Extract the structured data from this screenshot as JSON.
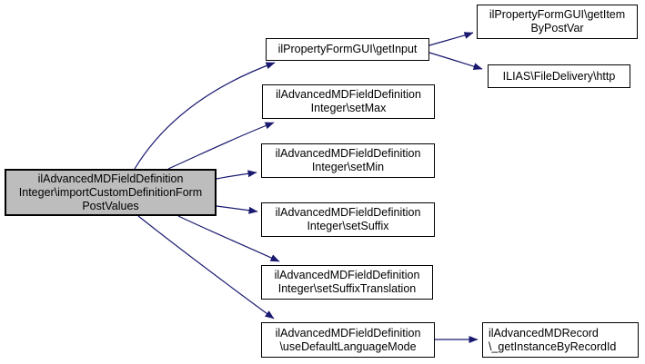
{
  "graph": {
    "type": "call-graph",
    "colors": {
      "edge": "#191970",
      "node_border": "#000000",
      "node_fill": "#ffffff",
      "current_node_fill": "#bdbdbd",
      "background": "#ffffff",
      "text": "#000000"
    },
    "nodes": [
      {
        "id": "importCustomDefinitionFormPostValues",
        "current": true,
        "lines": [
          "ilAdvancedMDFieldDefinition",
          "Integer\\importCustomDefinitionForm",
          "PostValues"
        ]
      },
      {
        "id": "getInput",
        "current": false,
        "lines": [
          "ilPropertyFormGUI\\getInput"
        ]
      },
      {
        "id": "getItemByPostVar",
        "current": false,
        "lines": [
          "ilPropertyFormGUI\\getItem",
          "ByPostVar"
        ]
      },
      {
        "id": "http",
        "current": false,
        "lines": [
          "ILIAS\\FileDelivery\\http"
        ]
      },
      {
        "id": "setMax",
        "current": false,
        "lines": [
          "ilAdvancedMDFieldDefinition",
          "Integer\\setMax"
        ]
      },
      {
        "id": "setMin",
        "current": false,
        "lines": [
          "ilAdvancedMDFieldDefinition",
          "Integer\\setMin"
        ]
      },
      {
        "id": "setSuffix",
        "current": false,
        "lines": [
          "ilAdvancedMDFieldDefinition",
          "Integer\\setSuffix"
        ]
      },
      {
        "id": "setSuffixTranslation",
        "current": false,
        "lines": [
          "ilAdvancedMDFieldDefinition",
          "Integer\\setSuffixTranslation"
        ]
      },
      {
        "id": "useDefaultLanguageMode",
        "current": false,
        "lines": [
          "ilAdvancedMDFieldDefinition",
          "\\useDefaultLanguageMode"
        ]
      },
      {
        "id": "_getInstanceByRecordId",
        "current": false,
        "lines": [
          "ilAdvancedMDRecord",
          "\\_getInstanceByRecordId"
        ]
      }
    ],
    "edges": [
      {
        "from": "importCustomDefinitionFormPostValues",
        "to": "getInput"
      },
      {
        "from": "importCustomDefinitionFormPostValues",
        "to": "setMax"
      },
      {
        "from": "importCustomDefinitionFormPostValues",
        "to": "setMin"
      },
      {
        "from": "importCustomDefinitionFormPostValues",
        "to": "setSuffix"
      },
      {
        "from": "importCustomDefinitionFormPostValues",
        "to": "setSuffixTranslation"
      },
      {
        "from": "importCustomDefinitionFormPostValues",
        "to": "useDefaultLanguageMode"
      },
      {
        "from": "getInput",
        "to": "getItemByPostVar"
      },
      {
        "from": "getInput",
        "to": "http"
      },
      {
        "from": "useDefaultLanguageMode",
        "to": "_getInstanceByRecordId"
      }
    ]
  }
}
